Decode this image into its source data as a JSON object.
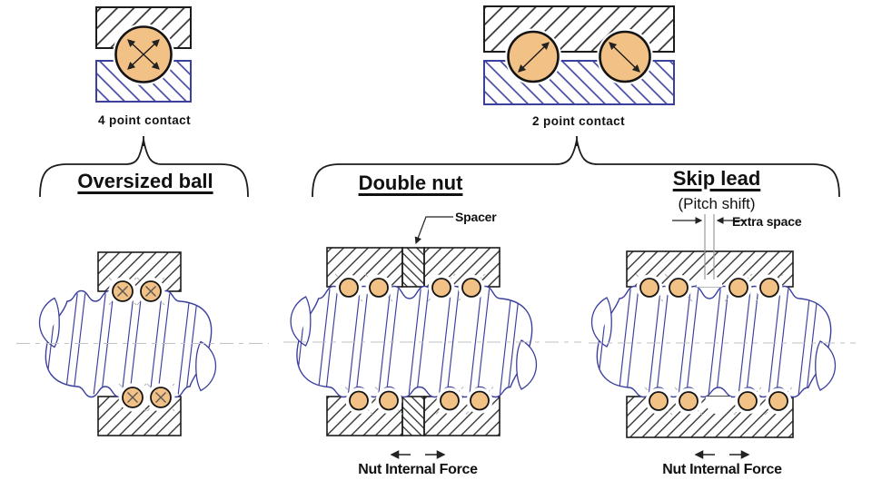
{
  "figure": {
    "contact_types": [
      {
        "label": "4 point contact"
      },
      {
        "label": "2 point contact"
      }
    ],
    "methods": [
      {
        "title": "Oversized ball"
      },
      {
        "title": "Double nut",
        "callout": "Spacer",
        "force_label": "Nut Internal Force"
      },
      {
        "title": "Skip lead",
        "subtitle": "(Pitch shift)",
        "callout": "Extra space",
        "force_label": "Nut Internal Force"
      }
    ]
  },
  "colors": {
    "ball_fill": "#f2c185",
    "ball_stroke": "#141414",
    "screw_blue": "#3b3f9e",
    "hatch_black": "#2e2e2e",
    "block_black": "#1c1c1c",
    "centerline_gray": "#c2c2c2",
    "label_gray": "#3d3d3d",
    "line_dark": "#222222",
    "leader_gray": "#9a9a9a",
    "dash_gray": "#b5b5b5"
  }
}
